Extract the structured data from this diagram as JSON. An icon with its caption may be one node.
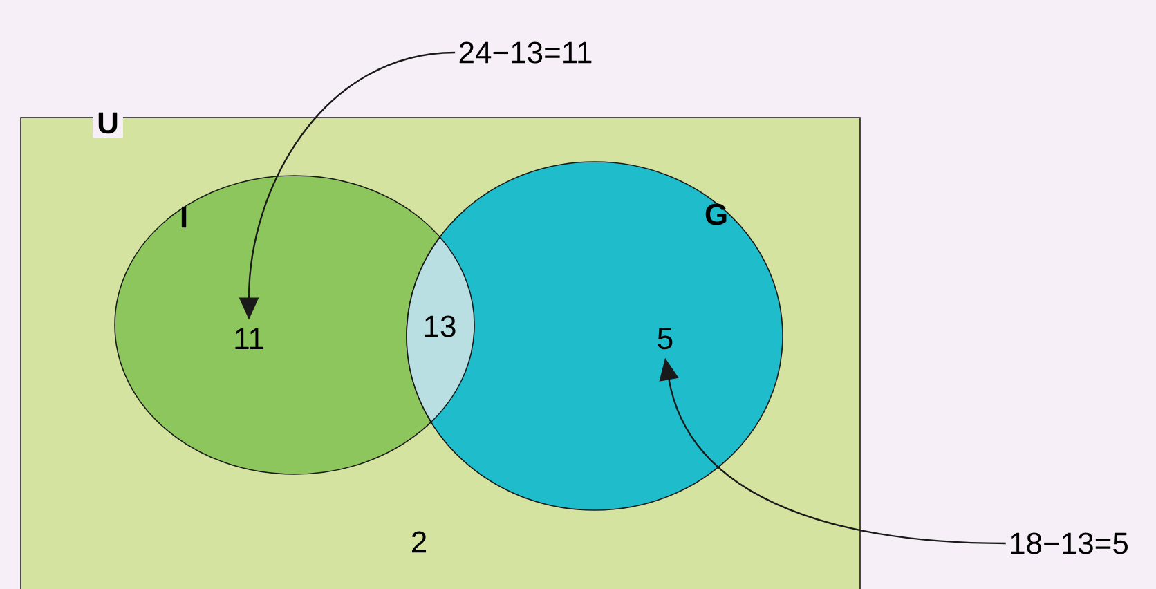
{
  "diagram": {
    "nodes": [
      {
        "text": [
          "U",
          "2"
        ]
      },
      {
        "text": [
          "I",
          "11"
        ],
        "in": 0
      },
      {
        "text": [
          "G",
          "5"
        ],
        "in": 0
      },
      {
        "text": [
          "13"
        ]
      },
      {
        "text": [
          "24−13=11"
        ]
      },
      {
        "text": [
          "18−13=5"
        ]
      }
    ],
    "edges": [
      {
        "from": 4,
        "to": 1,
        "arrow": "to"
      },
      {
        "from": 5,
        "to": 2,
        "arrow": "to"
      }
    ]
  }
}
